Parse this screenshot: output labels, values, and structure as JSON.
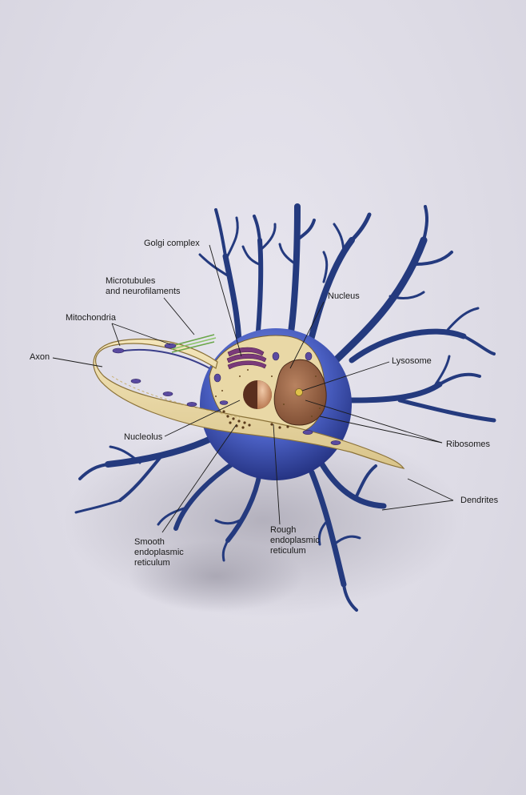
{
  "labels": {
    "golgi": "Golgi complex",
    "microtubules_1": "Microtubules",
    "microtubules_2": "and neurofilaments",
    "mitochondria": "Mitochondria",
    "axon": "Axon",
    "nucleus": "Nucleus",
    "lysosome": "Lysosome",
    "nucleolus": "Nucleolus",
    "ribosomes": "Ribosomes",
    "dendrites": "Dendrites",
    "smooth_er_1": "Smooth",
    "smooth_er_2": "endoplasmic",
    "smooth_er_3": "reticulum",
    "rough_er_1": "Rough",
    "rough_er_2": "endoplasmic",
    "rough_er_3": "reticulum"
  },
  "colors": {
    "background": "#dddbe5",
    "cell_body": "#3a4fb0",
    "dendrite": "#243a7e",
    "cytoplasm": "#e8d7a4",
    "nucleus": "#9a6a4a",
    "golgi": "#7a3a7a",
    "nucleolus": "#c98c6a"
  }
}
